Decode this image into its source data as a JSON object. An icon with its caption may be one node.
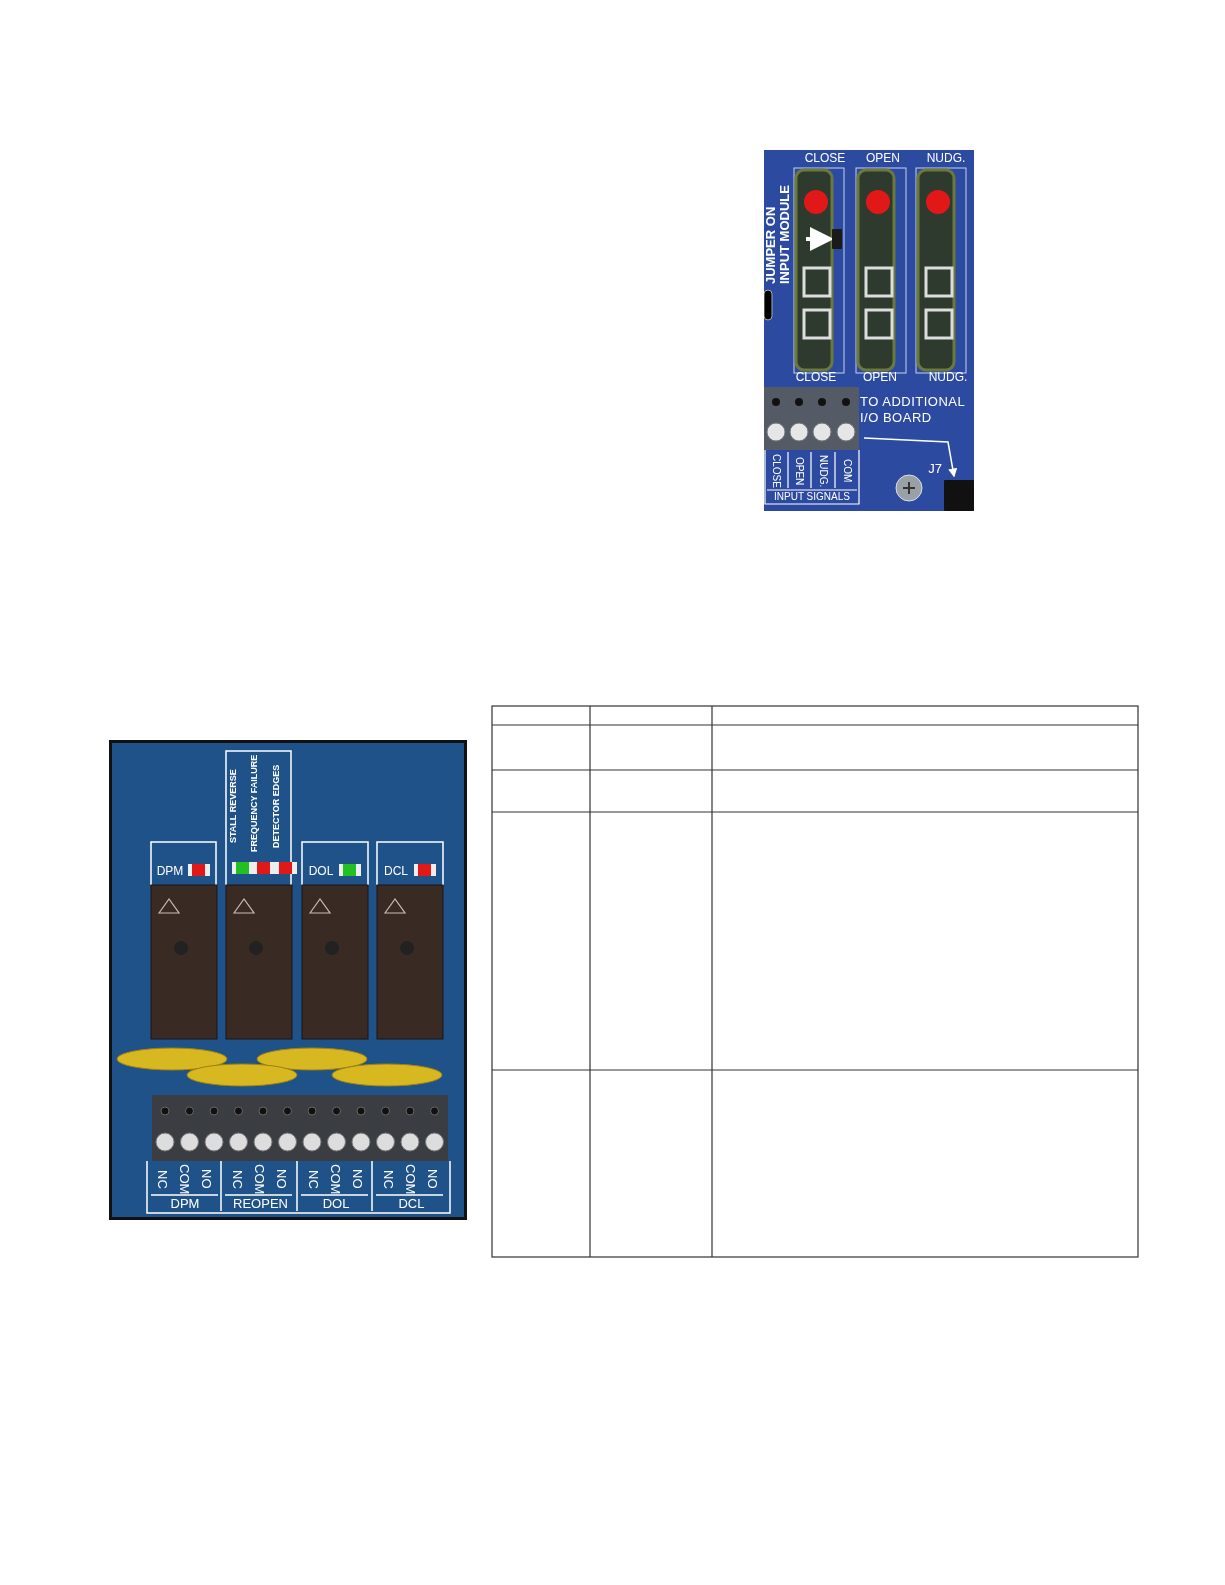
{
  "diagram": {
    "nodes": [
      {
        "text": [
          "TO ADDITIONAL I/O BOARD"
        ]
      },
      {
        "text": [],
        "shape": "box",
        "beside": [
          "J7"
        ]
      },
      {
        "text": [],
        "shape": "box"
      }
    ],
    "edges": [
      {
        "from": 0,
        "to": 1,
        "arrow": "to"
      },
      {
        "from": null,
        "to": 2,
        "arrow": "to",
        "style": "thick"
      }
    ],
    "labels": [
      "CLOSE",
      "OPEN",
      "NUDG.",
      "JUMPER ON INPUT MODULE",
      "CLOSE",
      "OPEN",
      "NUDG.",
      "CLOSE",
      "OPEN",
      "NUDG.",
      "COM",
      "INPUT SIGNALS",
      "STALL REVERSE",
      "FREQUENCY FAILURE",
      "DETECTOR EDGES",
      "DPM",
      "DOL",
      "DCL",
      "NC",
      "COM",
      "NO",
      "NC",
      "COM",
      "NO",
      "NC",
      "COM",
      "NO",
      "NC",
      "COM",
      "NO",
      "DPM",
      "REOPEN",
      "DOL",
      "DCL"
    ]
  }
}
